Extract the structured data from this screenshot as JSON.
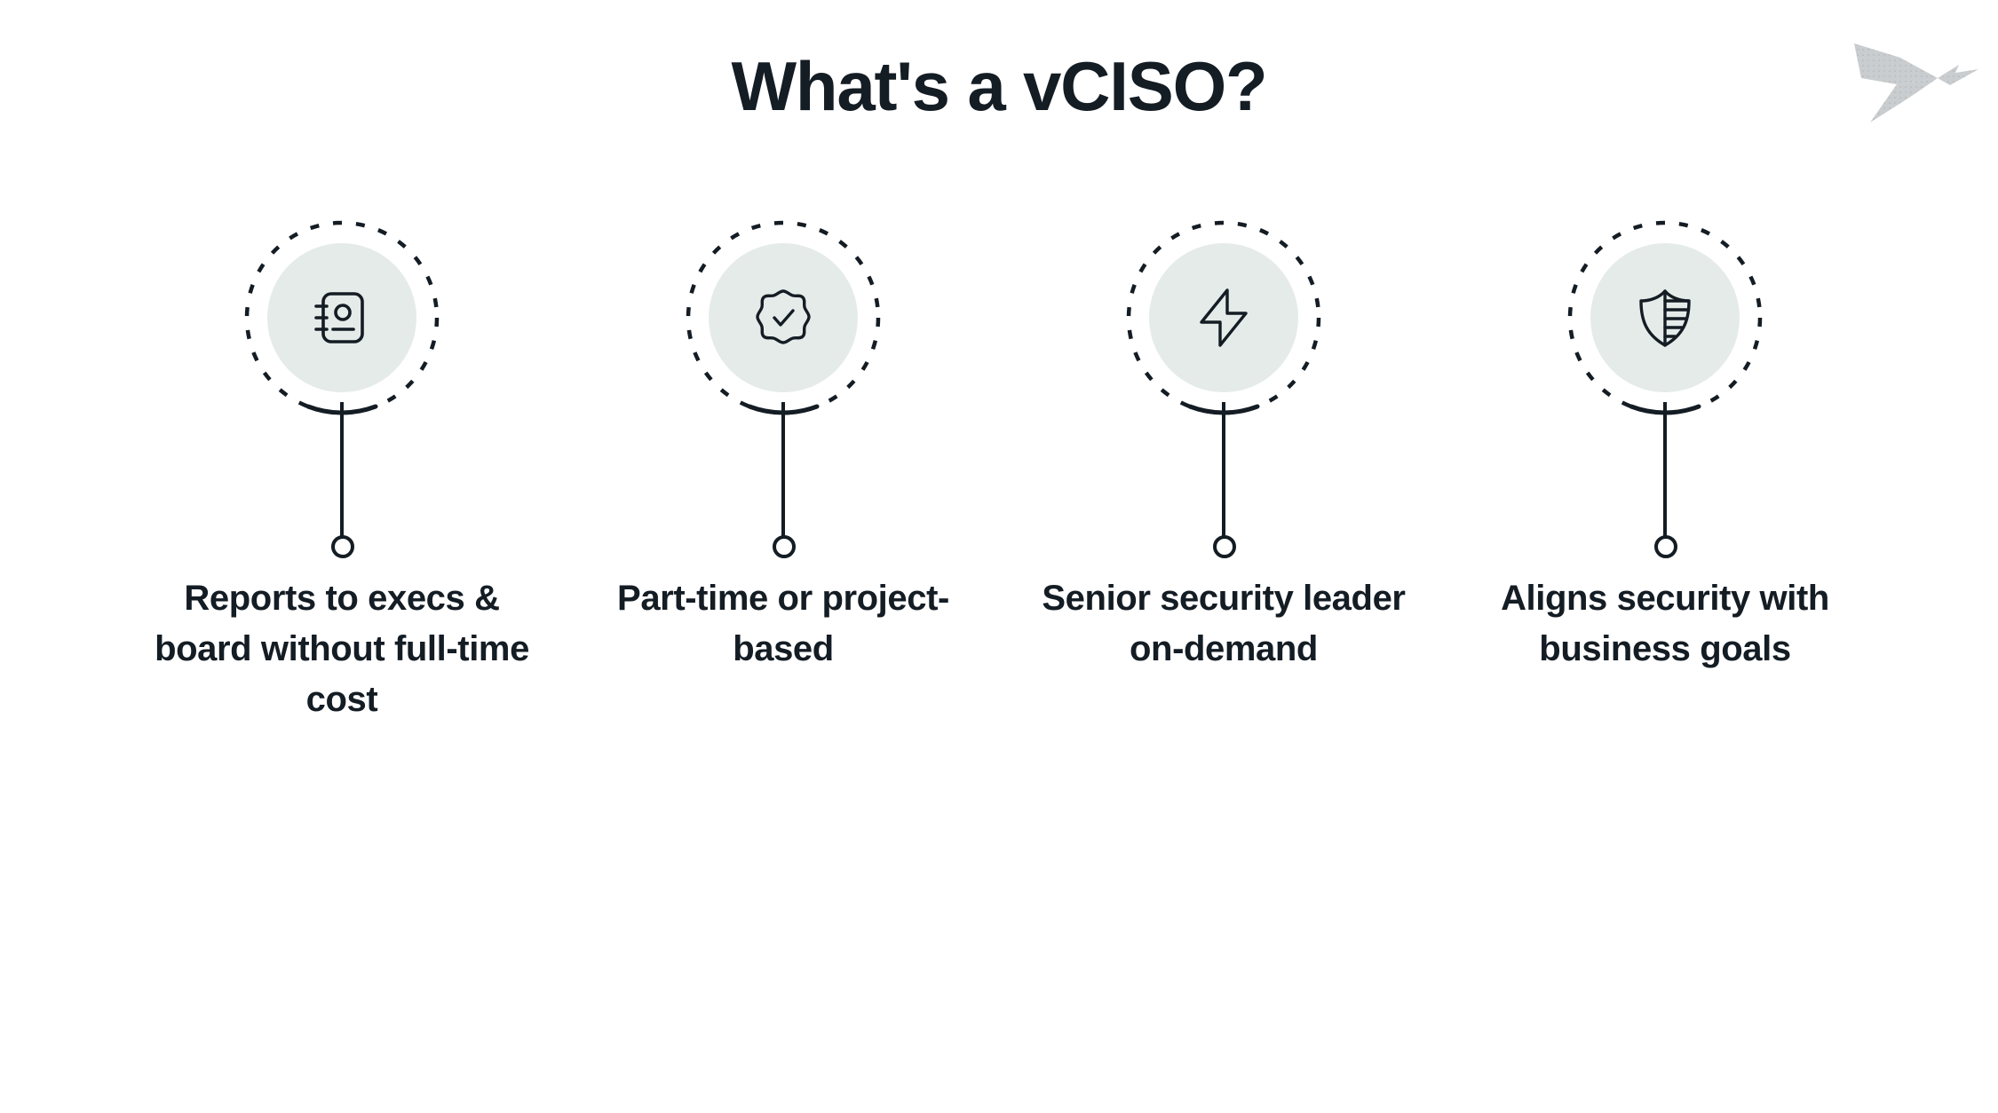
{
  "page": {
    "title": "What's a vCISO?",
    "background_color": "#ffffff",
    "text_color": "#141c24",
    "circle_fill_color": "#e5ebe9",
    "logo_color": "#c4c8ca"
  },
  "logo": {
    "name": "origami-bird-logo",
    "alt": "Origami bird logo"
  },
  "items": [
    {
      "icon": "contact-book-icon",
      "label": "Reports to execs & board without full-time cost"
    },
    {
      "icon": "verified-badge-icon",
      "label": "Part-time or project-based"
    },
    {
      "icon": "lightning-bolt-icon",
      "label": "Senior security leader on-demand"
    },
    {
      "icon": "striped-shield-icon",
      "label": "Aligns security with business goals"
    }
  ]
}
